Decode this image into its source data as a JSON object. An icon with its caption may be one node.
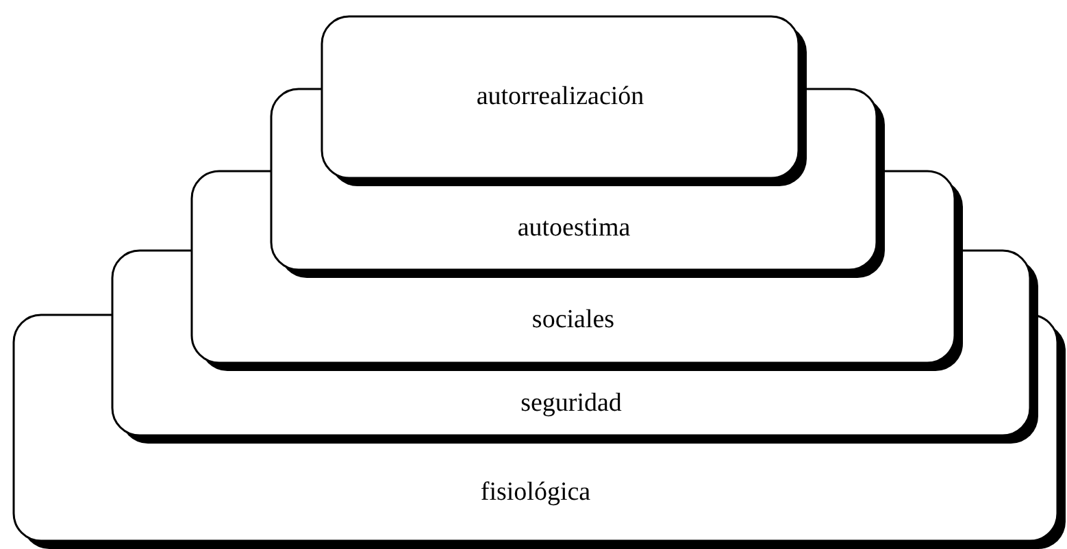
{
  "diagram": {
    "nodes": [
      {
        "text": [
          "autorrealización"
        ]
      },
      {
        "text": [
          "autoestima"
        ]
      },
      {
        "text": [
          "sociales"
        ]
      },
      {
        "text": [
          "seguridad"
        ]
      },
      {
        "text": [
          "fisiológica"
        ]
      }
    ]
  }
}
